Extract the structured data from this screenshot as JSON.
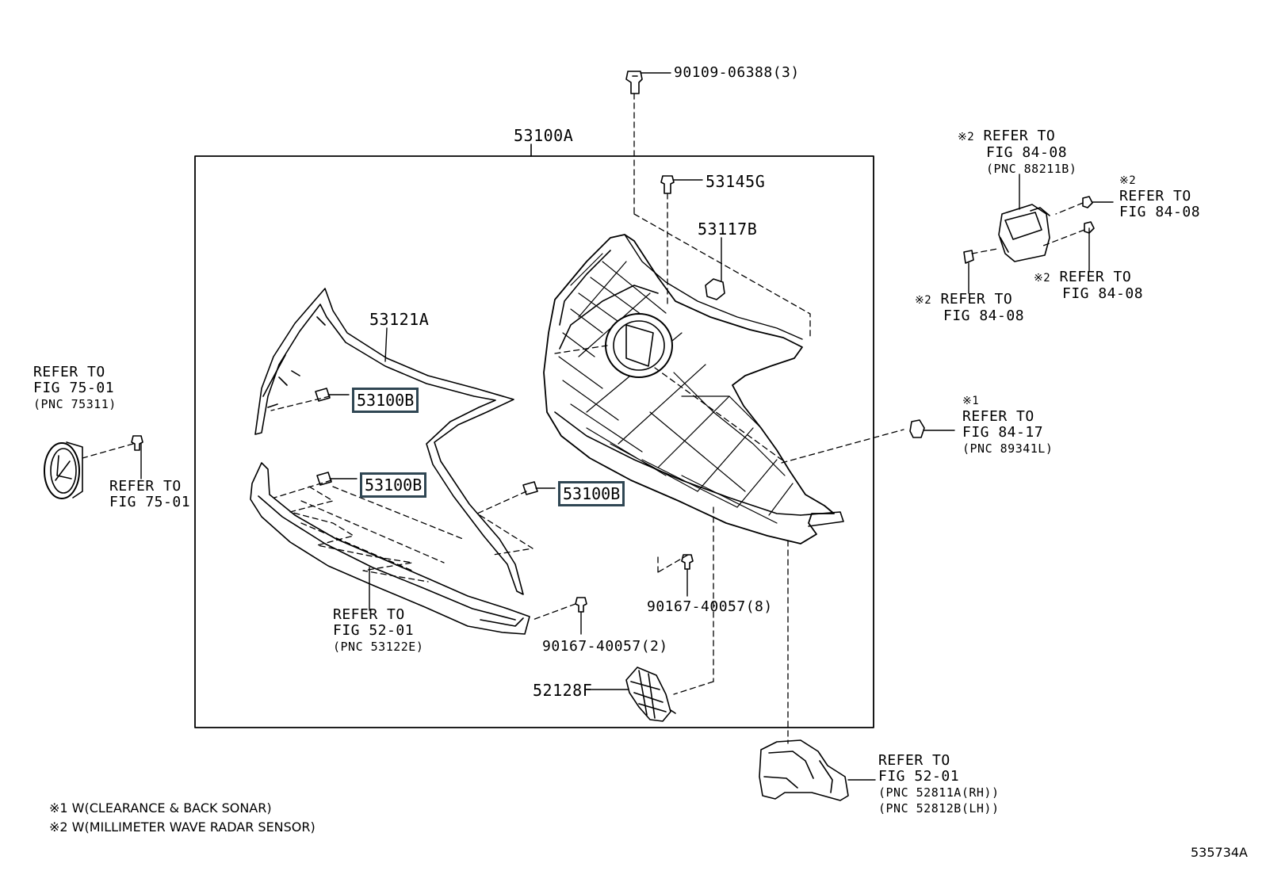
{
  "assembly_label": "53100A",
  "parts": {
    "bolt_top": "90109-06388(3)",
    "clip_53145g": "53145G",
    "bracket_53117b": "53117B",
    "molding_53121a": "53121A",
    "clip_53100b_1": "53100B",
    "clip_53100b_2": "53100B",
    "clip_53100b_3": "53100B",
    "clip_90167_8": "90167-40057(8)",
    "clip_90167_2": "90167-40057(2)",
    "grille_52128f": "52128F"
  },
  "references": {
    "radar_main": {
      "mark": "※2",
      "line1": "REFER TO",
      "line2": "FIG 84-08",
      "pnc": "(PNC 88211B)"
    },
    "radar_bolt_right": {
      "mark": "※2",
      "line1": "REFER TO",
      "line2": "FIG 84-08"
    },
    "radar_bolt_lower": {
      "mark": "※2",
      "line1": "REFER TO",
      "line2": "FIG 84-08"
    },
    "radar_nut": {
      "mark": "※2",
      "line1": "REFER TO",
      "line2": "FIG 84-08"
    },
    "sonar": {
      "mark": "※1",
      "line1": "REFER TO",
      "line2": "FIG 84-17",
      "pnc": "(PNC 89341L)"
    },
    "emblem": {
      "line1": "REFER TO",
      "line2": "FIG 75-01",
      "pnc": "(PNC 75311)"
    },
    "emblem_clip": {
      "line1": "REFER TO",
      "line2": "FIG 75-01"
    },
    "lower_molding": {
      "line1": "REFER TO",
      "line2": "FIG 52-01",
      "pnc": "(PNC 53122E)"
    },
    "bumper_bracket": {
      "line1": "REFER TO",
      "line2": "FIG 52-01",
      "pnc1": "(PNC 52811A(RH))",
      "pnc2": "(PNC 52812B(LH))"
    }
  },
  "notes": [
    "※1 W(CLEARANCE & BACK SONAR)",
    "※2 W(MILLIMETER WAVE RADAR SENSOR)"
  ],
  "figure_code": "535734A"
}
